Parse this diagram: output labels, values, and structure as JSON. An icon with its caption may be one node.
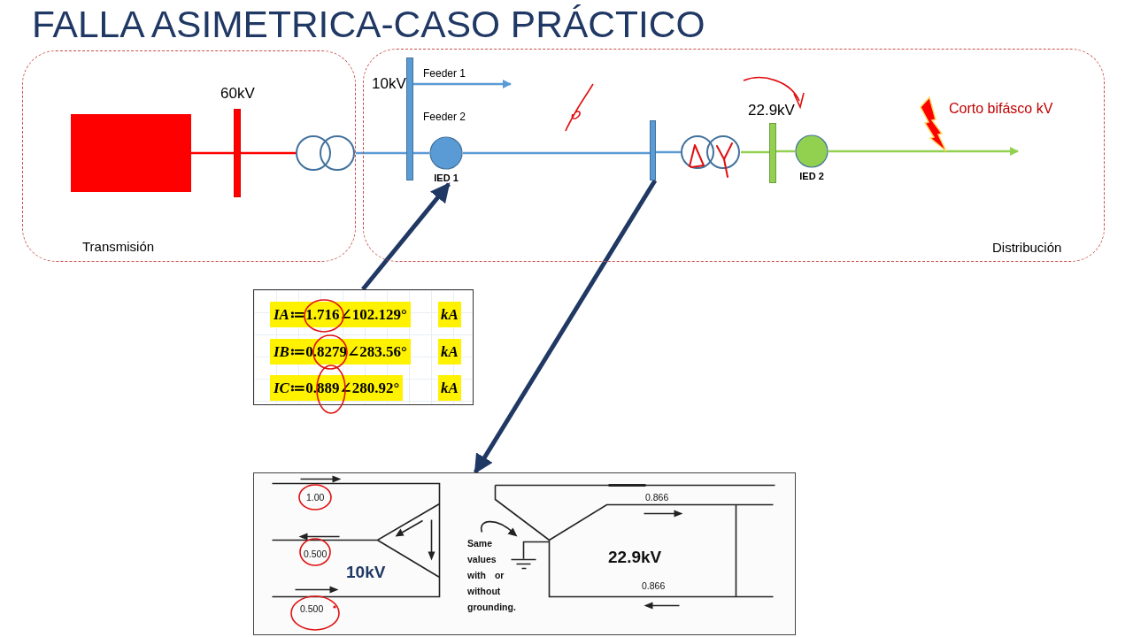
{
  "diagram": {
    "title": "FALLA ASIMETRICA-CASO PRÁCTICO",
    "nodes": [
      {
        "text": [
          "Transmisión"
        ]
      },
      {
        "text": [],
        "shape": "box",
        "in": 0
      },
      {
        "text": [],
        "shape": "bar",
        "beside": [
          "60kV"
        ],
        "in": 0
      },
      {
        "text": [],
        "shape": "circle",
        "in": 0
      },
      {
        "text": [
          "Distribución"
        ]
      },
      {
        "text": [],
        "shape": "bar",
        "beside": [
          "10kV"
        ],
        "in": 4
      },
      {
        "text": [
          "IED 1"
        ],
        "in": 4
      },
      {
        "text": [],
        "shape": "bar",
        "in": 4
      },
      {
        "text": [],
        "shape": "circle",
        "in": 4
      },
      {
        "text": [],
        "shape": "bar",
        "beside": [
          "22.9kV"
        ],
        "in": 4
      },
      {
        "text": [
          "IED 2"
        ],
        "in": 4
      },
      {
        "text": [
          "*IA*≔1.716∠102.129°",
          "kA",
          "*IB*≔0.8279∠283.56°",
          "kA",
          "*IC*≔0.889∠280.92°",
          "kA"
        ]
      },
      {
        "text": [
          "1.00",
          "0.500",
          "10kV",
          "0.500",
          "Same values with or without grounding.",
          "0.866",
          "22.9kV",
          "0.866"
        ]
      }
    ],
    "edges": [
      {
        "from": 1,
        "to": 2,
        "arrow": "none",
        "color": "#ff0000"
      },
      {
        "from": 2,
        "to": 3,
        "arrow": "none",
        "color": "#ff0000"
      },
      {
        "from": 3,
        "to": 5,
        "arrow": "none"
      },
      {
        "from": 5,
        "to": null,
        "arrow": "to",
        "label": "Feeder 1"
      },
      {
        "from": 5,
        "to": 6,
        "arrow": "none",
        "label": "Feeder 2"
      },
      {
        "from": 6,
        "to": 7,
        "arrow": "none"
      },
      {
        "from": 7,
        "to": 8,
        "arrow": "none"
      },
      {
        "from": 8,
        "to": 9,
        "arrow": "none",
        "color": "#92d050"
      },
      {
        "from": 9,
        "to": 10,
        "arrow": "none",
        "color": "#92d050"
      },
      {
        "from": 10,
        "to": null,
        "arrow": "to",
        "color": "#92d050"
      },
      {
        "from": 11,
        "to": 6,
        "arrow": "to",
        "style": "thick",
        "color": "#203864"
      },
      {
        "from": 7,
        "to": 12,
        "arrow": "to",
        "style": "thick",
        "color": "#203864"
      }
    ],
    "labels": [
      "Corto bifásco kV"
    ]
  }
}
